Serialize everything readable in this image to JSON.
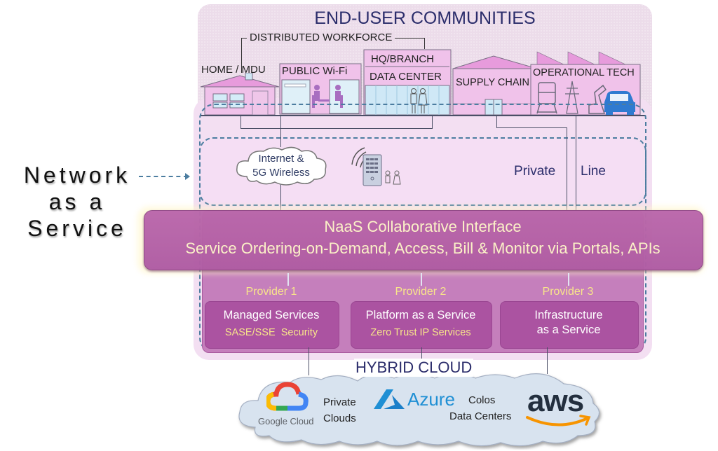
{
  "left_label": {
    "line1": "Network",
    "line2": "as a",
    "line3": "Service"
  },
  "end_user": {
    "title": "END-USER COMMUNITIES",
    "workforce_label": "DISTRIBUTED  WORKFORCE",
    "sites": [
      {
        "label": "HOME / MDU",
        "icon": "house-icon"
      },
      {
        "label": "PUBLIC Wi-Fi",
        "icon": "cafe-icon"
      },
      {
        "label": "HQ/BRANCH",
        "label2": "DATA CENTER",
        "icon": "office-icon"
      },
      {
        "label": "SUPPLY CHAIN",
        "icon": "warehouse-icon"
      },
      {
        "label": "OPERATIONAL TECH",
        "icon": "factory-icon"
      }
    ]
  },
  "access": {
    "internet_cloud": {
      "line1": "Internet &",
      "line2": "5G Wireless"
    },
    "mobile_icon": "mobile-users-icon",
    "private_line": {
      "word1": "Private",
      "word2": "Line"
    }
  },
  "interface": {
    "title": "NaaS Collaborative Interface",
    "subtitle": "Service Ordering-on-Demand, Access, Bill & Monitor via Portals, APIs"
  },
  "providers": [
    {
      "label": "Provider 1",
      "title": "Managed Services",
      "subtitle": "SASE/SSE  Security"
    },
    {
      "label": "Provider 2",
      "title": "Platform as a Service",
      "subtitle": "Zero Trust IP Services"
    },
    {
      "label": "Provider 3",
      "title": "Infrastructure",
      "title2": "as a Service",
      "subtitle": ""
    }
  ],
  "hybrid_cloud": {
    "title": "HYBRID CLOUD",
    "google": "Google Cloud",
    "private1": "Private",
    "private2": "Clouds",
    "azure": "Azure",
    "colos1": "Colos",
    "colos2": "Data Centers",
    "aws": "aws"
  },
  "colors": {
    "accent_purple": "#ab53a1",
    "provider_yellow": "#f8e58a",
    "dash_blue": "#4c7da0",
    "title_navy": "#2b2d6b"
  }
}
